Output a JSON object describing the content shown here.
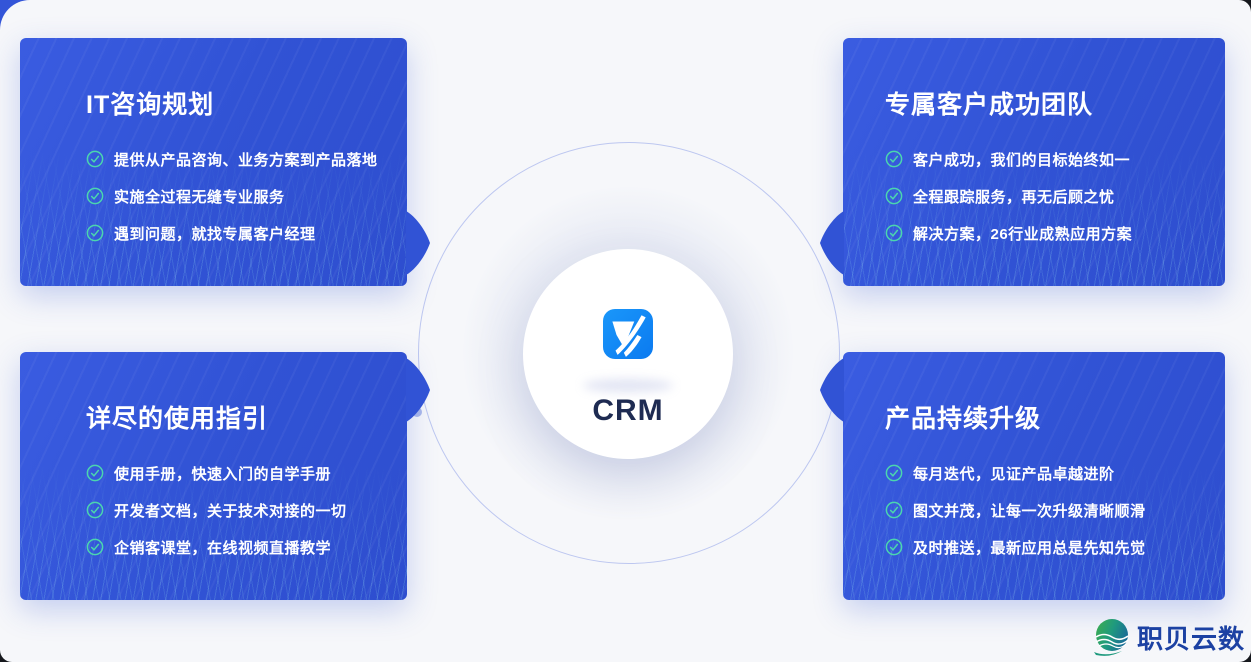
{
  "center": {
    "label": "CRM",
    "logo_icon": "crm-check-logo"
  },
  "cards": [
    {
      "id": "it-consulting",
      "title": "IT咨询规划",
      "items": [
        "提供从产品咨询、业务方案到产品落地",
        "实施全过程无缝专业服务",
        "遇到问题，就找专属客户经理"
      ]
    },
    {
      "id": "customer-success-team",
      "title": "专属客户成功团队",
      "items": [
        "客户成功，我们的目标始终如一",
        "全程跟踪服务，再无后顾之忧",
        "解决方案，26行业成熟应用方案"
      ]
    },
    {
      "id": "usage-guide",
      "title": "详尽的使用指引",
      "items": [
        "使用手册，快速入门的自学手册",
        "开发者文档，关于技术对接的一切",
        "企销客课堂，在线视频直播教学"
      ]
    },
    {
      "id": "product-upgrade",
      "title": "产品持续升级",
      "items": [
        "每月迭代，见证产品卓越进阶",
        "图文并茂，让每一次升级清晰顺滑",
        "及时推送，最新应用总是先知先觉"
      ]
    }
  ],
  "brand": {
    "name": "职贝云数",
    "icon": "wave-globe-icon"
  },
  "colors": {
    "card_blue": "#3153d5",
    "check_teal": "#4bd6ae",
    "crm_logo_blue": "#0d86f6",
    "crm_text_navy": "#1e2b52",
    "ring_periwinkle": "#bdc7f0",
    "brand_blue": "#1c41a3",
    "page_background": "#f6f7fa",
    "frame_dark": "#16181d",
    "corner_blue": "#3355d8"
  }
}
